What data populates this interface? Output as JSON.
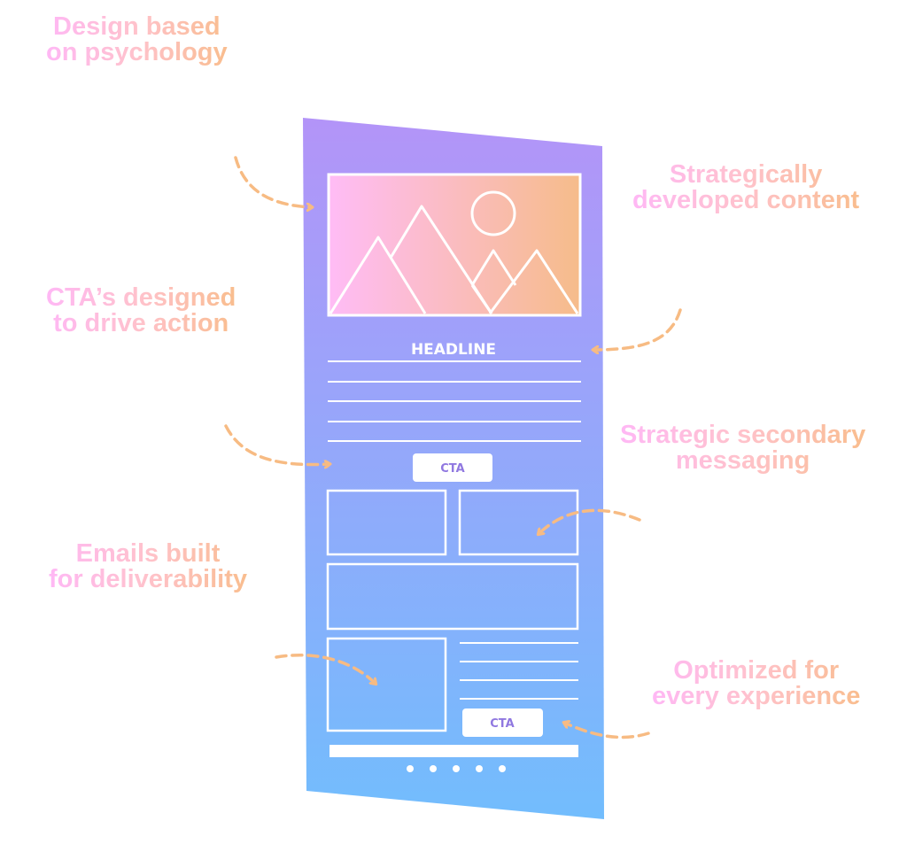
{
  "callouts": [
    {
      "id": "psychology",
      "lines": [
        "Design based",
        "on psychology"
      ]
    },
    {
      "id": "content",
      "lines": [
        "Strategically",
        "developed content"
      ]
    },
    {
      "id": "cta",
      "lines": [
        "CTA’s designed",
        "to drive action"
      ]
    },
    {
      "id": "secondary",
      "lines": [
        "Strategic secondary",
        "messaging"
      ]
    },
    {
      "id": "deliverability",
      "lines": [
        "Emails built",
        "for deliverability"
      ]
    },
    {
      "id": "experience",
      "lines": [
        "Optimized for",
        "every experience"
      ]
    }
  ],
  "email_mockup": {
    "headline": "HEADLINE",
    "primary_cta": "CTA",
    "secondary_cta": "CTA",
    "body_line_count": 5,
    "side_line_count": 4,
    "pagination_dots": 5
  },
  "colors": {
    "panel_top": "#b394f8",
    "panel_bottom": "#72bdfd",
    "hero_left": "#ffbcf6",
    "hero_right": "#f6bc8a",
    "arrow": "#f7bb83",
    "cta_text": "#9078e0",
    "label_gradient": [
      "#ffb8f5",
      "#ffc2cb",
      "#f9bd8e"
    ]
  }
}
